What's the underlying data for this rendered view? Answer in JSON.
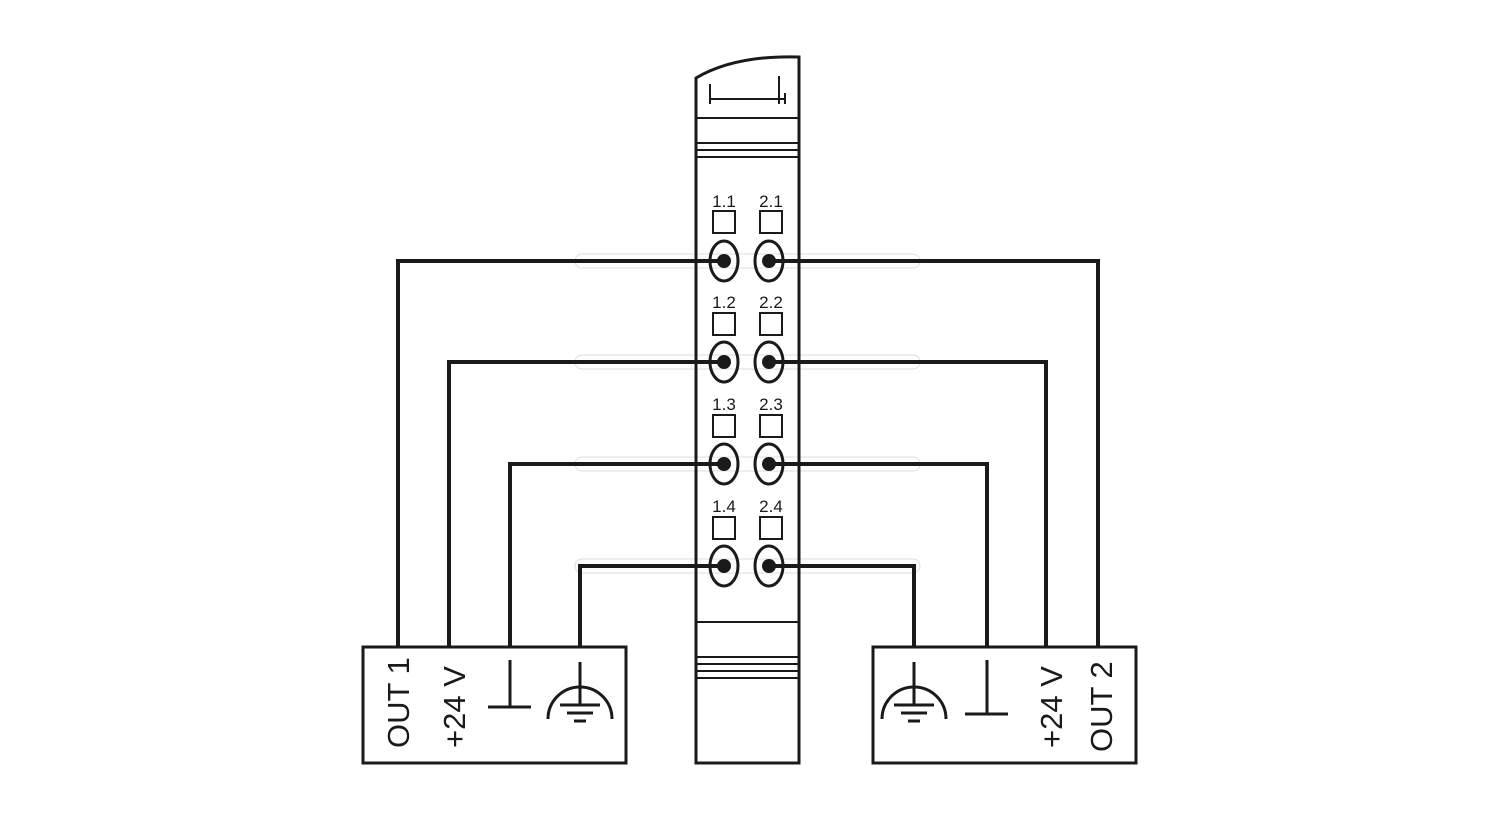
{
  "terminal_labels": {
    "t11": "1.1",
    "t21": "2.1",
    "t12": "1.2",
    "t22": "2.2",
    "t13": "1.3",
    "t23": "2.3",
    "t14": "1.4",
    "t24": "2.4"
  },
  "device_left": {
    "out_label": "OUT 1",
    "supply_label": "+24 V"
  },
  "device_right": {
    "out_label": "OUT 2",
    "supply_label": "+24 V"
  }
}
